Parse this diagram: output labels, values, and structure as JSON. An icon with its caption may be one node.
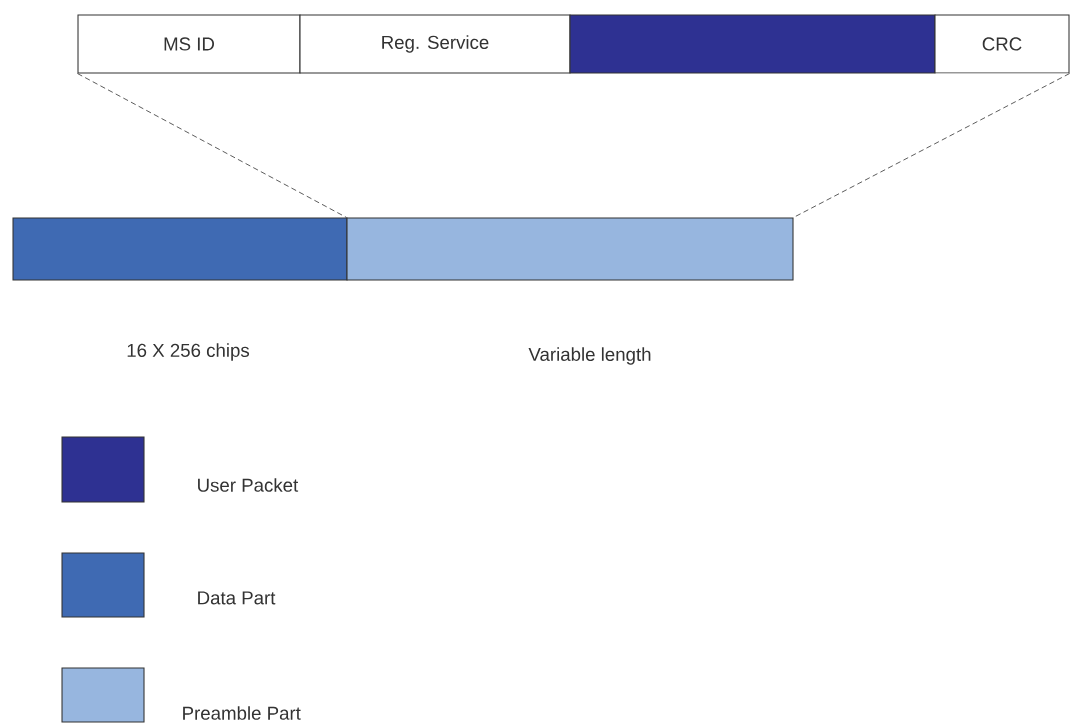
{
  "diagram": {
    "nodes": [
      {
        "text": [
          "MS ID"
        ]
      },
      {
        "text": [
          "Reg. Service"
        ]
      },
      {
        "text": [],
        "shape": "box"
      },
      {
        "text": [
          "CRC"
        ]
      },
      {
        "text": [],
        "shape": "box",
        "beside": [
          "16 X 256 chips"
        ]
      },
      {
        "text": [],
        "shape": "box",
        "beside": [
          "Variable length"
        ]
      }
    ],
    "edges": [
      {
        "from": 0,
        "to": 5,
        "arrow": "none",
        "style": "dashed"
      },
      {
        "from": 3,
        "to": 5,
        "arrow": "none",
        "style": "dashed"
      }
    ],
    "legend": [
      {
        "text": "User Packet",
        "color": "#2e3192"
      },
      {
        "text": "Data Part",
        "color": "#3f6ab3"
      },
      {
        "text": "Preamble Part",
        "color": "#97b6df"
      }
    ]
  }
}
